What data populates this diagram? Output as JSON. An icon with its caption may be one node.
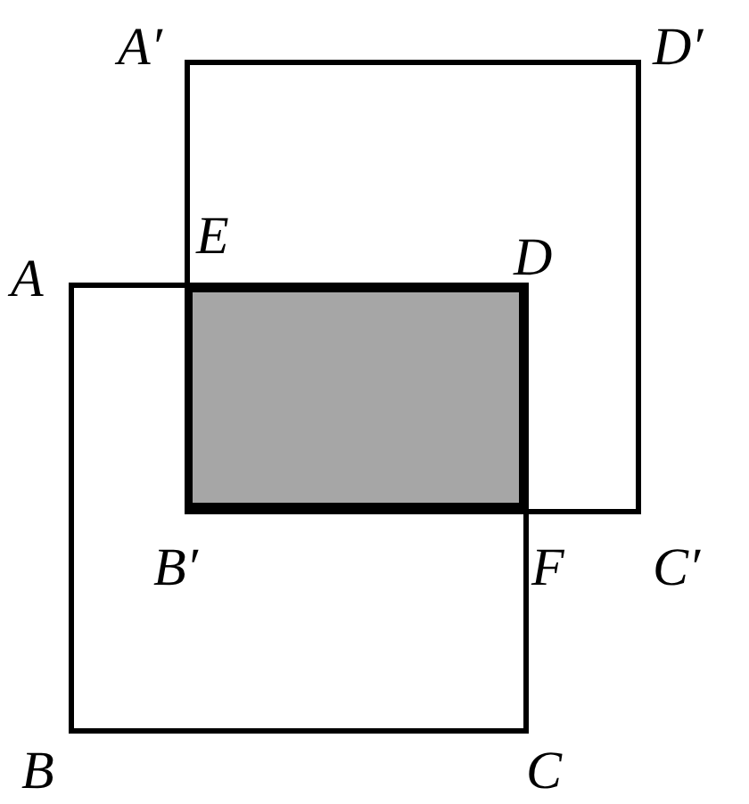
{
  "diagram": {
    "labels": [
      "A′",
      "D′",
      "A",
      "E",
      "D",
      "B′",
      "F",
      "C′",
      "B",
      "C"
    ]
  }
}
